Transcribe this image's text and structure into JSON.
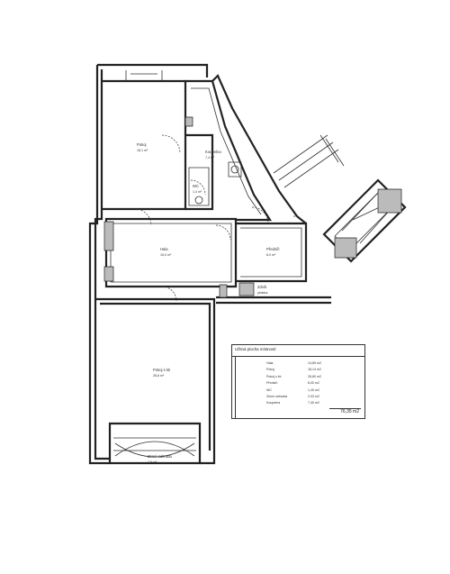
{
  "rooms": {
    "pokoj_1": {
      "label": "Pokoj",
      "area": "18,1 m²"
    },
    "koupelna": {
      "label": "Koupelna",
      "area": "7,4 m²"
    },
    "wc": {
      "label": "WC",
      "area": "1,4 m²"
    },
    "hala": {
      "label": "Hala",
      "area": "15,0 m²"
    },
    "predsin": {
      "label": "Předsíň",
      "area": "8,0 m²"
    },
    "sklad": {
      "label": "Zdvih.",
      "area": "plošina"
    },
    "pokoj_2": {
      "label": "Pokoj s kk",
      "area": "26,6 m²"
    },
    "zimni_zahrada": {
      "label": "Zimní zahrada",
      "area": "2,9 m²"
    }
  },
  "area_table": {
    "title": "Užitná plocha místností",
    "rows": [
      {
        "name": "Hala",
        "value": "14,89 m2"
      },
      {
        "name": "Pokoj",
        "value": "18,14 m2"
      },
      {
        "name": "Pokoj s kk",
        "value": "26,60 m2"
      },
      {
        "name": "Předsíň",
        "value": "8,00 m2"
      },
      {
        "name": "WC",
        "value": "1,40 m2"
      },
      {
        "name": "Zimní zahrada",
        "value": "2,93 m2"
      },
      {
        "name": "Koupelna",
        "value": "7,40 m2"
      }
    ],
    "total": "76,35 m2"
  }
}
